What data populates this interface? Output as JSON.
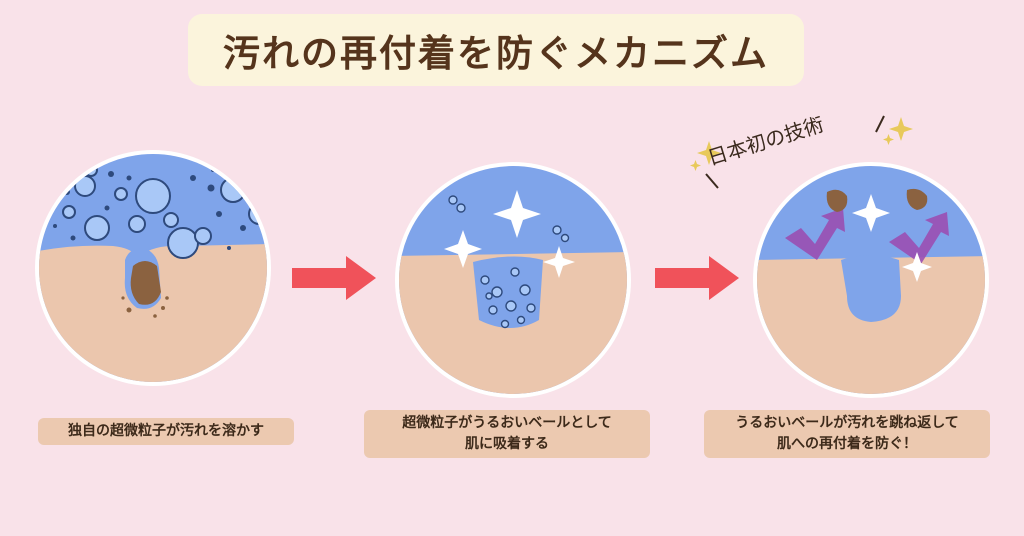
{
  "title": "汚れの再付着を防ぐメカニズム",
  "tagline": "日本初の技術",
  "steps": [
    {
      "caption": "独自の超微粒子が汚れを溶かす"
    },
    {
      "caption_line1": "超微粒子がうるおいベールとして",
      "caption_line2": "肌に吸着する"
    },
    {
      "caption_line1": "うるおいベールが汚れを跳ね返して",
      "caption_line2": "肌への再付着を防ぐ！"
    }
  ],
  "colors": {
    "background": "#f9e2e9",
    "title_box": "#fbf4dc",
    "title_text": "#55341c",
    "water": "#7fa4ea",
    "skin": "#ebc6ad",
    "dirt": "#8b6240",
    "arrow": "#f0525a",
    "bounce_arrow": "#9b4fb2",
    "caption_box": "#ecc9b0"
  },
  "icons": [
    "bubble-icon",
    "sparkle-icon",
    "dirt-particle-icon",
    "arrow-right-icon",
    "bounce-arrow-icon",
    "twinkle-icon"
  ]
}
